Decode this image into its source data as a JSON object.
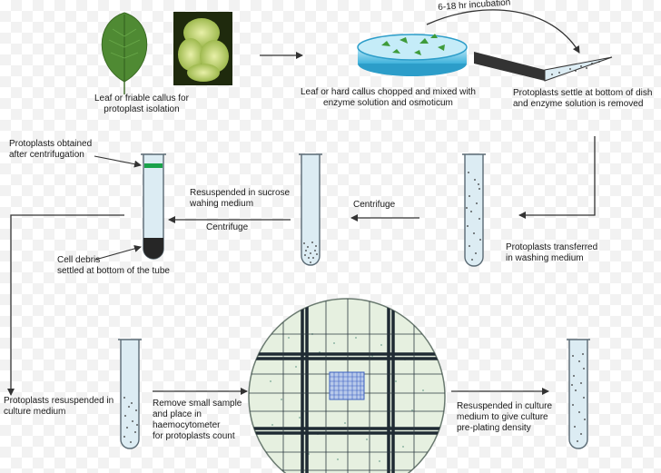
{
  "colors": {
    "line": "#333333",
    "tube_outline": "#5a6a74",
    "tube_fill": "#dcecf3",
    "leaf": "#4f8a33",
    "callus": "#c9d98a",
    "dish": "#5fc3e6",
    "pellet": "#262626",
    "protoplast_band": "#19a24a",
    "haemocytometer": "#e6f0e0",
    "counting_grid": "#3a5fbf"
  },
  "labels": {
    "leaf_callus": [
      "Leaf or  friable callus for",
      "protoplast isolation"
    ],
    "incubation": "6-18 hr incubation",
    "chopped": [
      "Leaf or hard callus chopped and mixed with",
      "enzyme solution and osmoticum"
    ],
    "settle": [
      "Protoplasts settle at bottom of dish",
      "and enzyme solution is removed"
    ],
    "obtained": [
      "Protoplasts obtained",
      "after centrifugation"
    ],
    "resuspend_sucrose": [
      "Resuspended in sucrose",
      "wahing medium"
    ],
    "centrifuge_left": "Centrifuge",
    "centrifuge_mid": "Centrifuge",
    "debris": [
      "Cell debris",
      "settled at bottom of the tube"
    ],
    "transferred": [
      "Protoplasts transferred",
      "in washing medium"
    ],
    "resuspended_culture": [
      "Protoplasts resuspended in",
      "culture medium"
    ],
    "haemocytometer": [
      "Remove small sample",
      "and place in",
      "haemocytometer",
      "for protoplasts count"
    ],
    "density": [
      "Resuspended in culture",
      "medium to give culture",
      "pre-plating density"
    ]
  }
}
